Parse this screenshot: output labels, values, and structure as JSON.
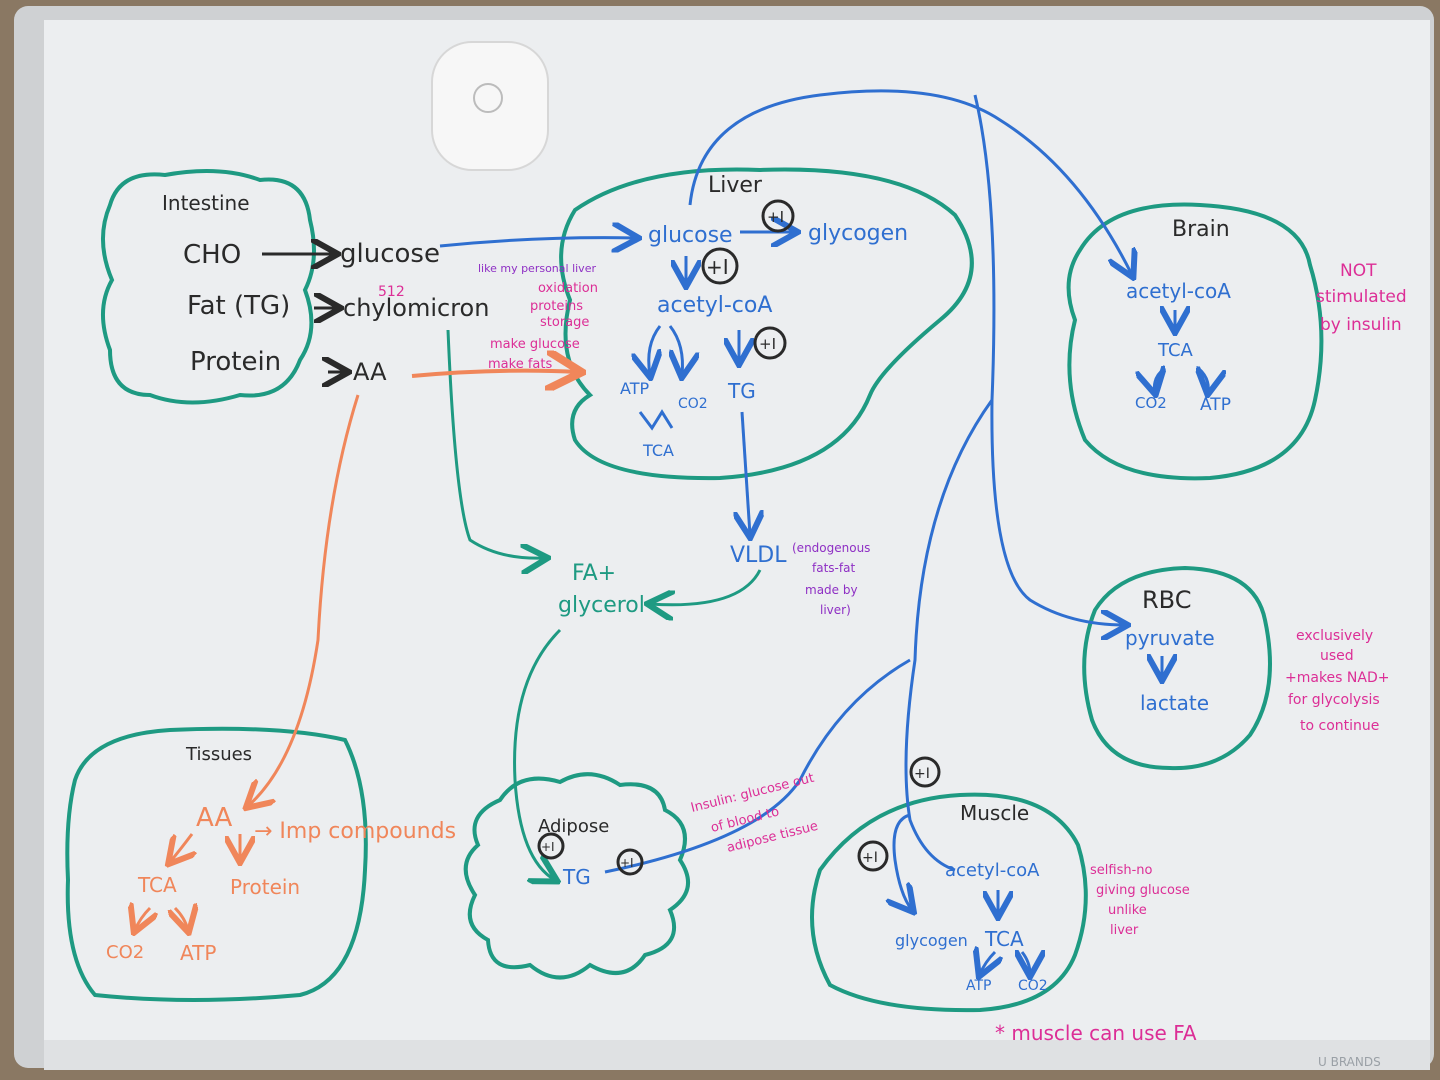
{
  "photo": {
    "board_color": "#e9ecef",
    "frame_color": "#c9cbcd",
    "ink": {
      "black": "#2a2a2a",
      "blue": "#2f6fd0",
      "teal": "#1e9a82",
      "orange": "#f0865a",
      "pink": "#dc2e96",
      "purple": "#8e2fc4"
    },
    "brand": "U BRANDS"
  },
  "intestine": {
    "title": "Intestine",
    "cho": "CHO",
    "fat": "Fat (TG)",
    "protein": "Protein"
  },
  "products": {
    "glucose": "glucose",
    "chylomicron": "chylomicron",
    "aa": "AA",
    "note_512": "512"
  },
  "liver": {
    "title": "Liver",
    "glucose": "glucose",
    "glycogen": "glycogen",
    "acetyl_coa": "acetyl-coA",
    "atp": "ATP",
    "co2": "CO2",
    "tca": "TCA",
    "tg": "TG",
    "plus_marks": [
      "+I",
      "+I",
      "+I"
    ],
    "notes": [
      "like my personal liver",
      "oxidation",
      "proteins",
      "storage",
      "make glucose",
      "make fats"
    ]
  },
  "vldl": {
    "label": "VLDL",
    "note": [
      "(endogenous",
      "fats-fat",
      "made by",
      "liver)"
    ]
  },
  "fa_glycerol": {
    "line1": "FA+",
    "line2": "glycerol"
  },
  "brain": {
    "title": "Brain",
    "acetyl_coa": "acetyl-coA",
    "tca": "TCA",
    "co2": "CO2",
    "atp": "ATP",
    "note": [
      "NOT",
      "stimulated",
      "by insulin"
    ]
  },
  "rbc": {
    "title": "RBC",
    "pyruvate": "pyruvate",
    "lactate": "lactate",
    "note": [
      "exclusively",
      "used",
      "+makes NAD+",
      "for glycolysis",
      "to continue"
    ]
  },
  "tissues": {
    "title": "Tissues",
    "aa": "AA",
    "imp_compounds": "→ Imp compounds",
    "tca": "TCA",
    "protein": "Protein",
    "co2": "CO2",
    "atp": "ATP"
  },
  "adipose": {
    "title": "Adipose",
    "tg": "TG",
    "plus_marks": [
      "+I",
      "+I"
    ],
    "note": [
      "Insulin: glucose out",
      "of blood to",
      "adipose tissue"
    ]
  },
  "muscle": {
    "title": "Muscle",
    "acetyl_coa": "acetyl-coA",
    "glycogen": "glycogen",
    "tca": "TCA",
    "atp": "ATP",
    "co2": "CO2",
    "plus_marks": [
      "+I",
      "+I"
    ],
    "note": [
      "selfish-no",
      "giving glucose",
      "unlike",
      "liver"
    ]
  },
  "footer_note": "* muscle can use FA"
}
